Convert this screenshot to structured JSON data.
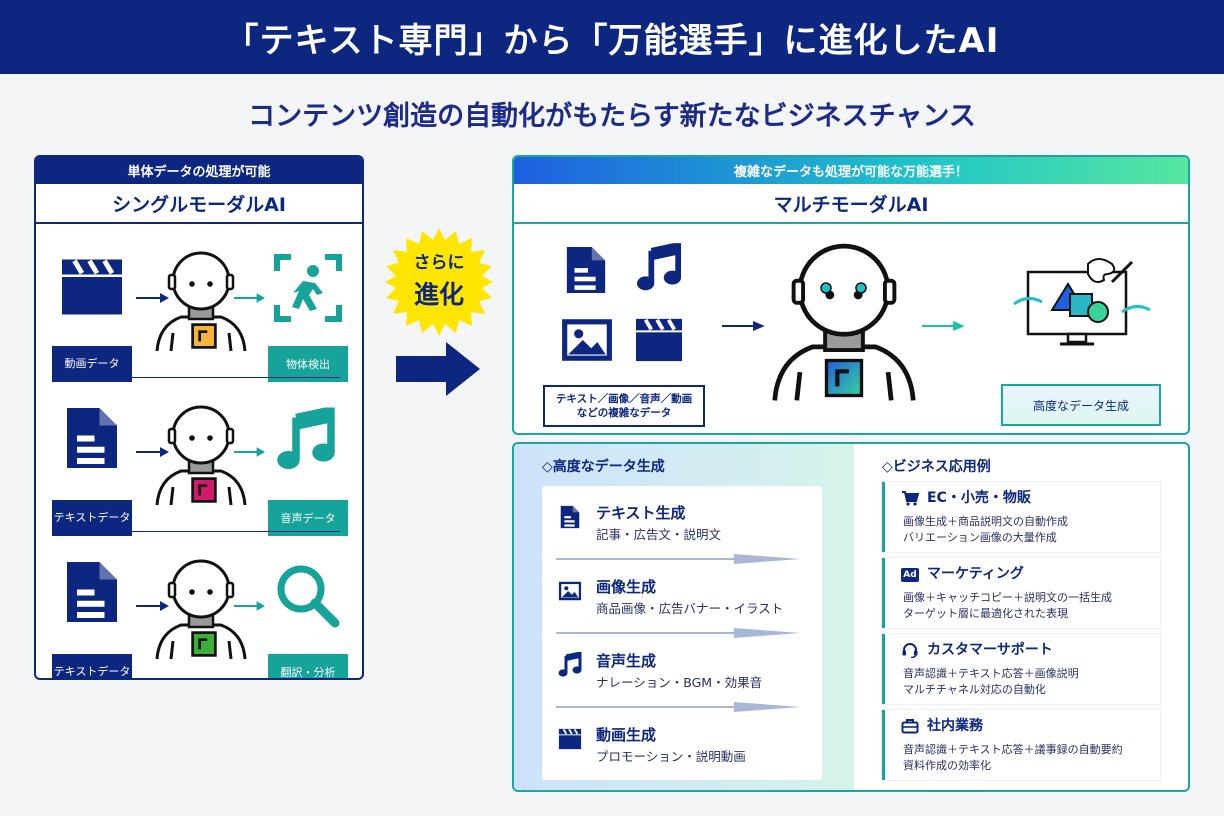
{
  "header": {
    "title": "「テキスト専門」から「万能選手」に進化したAI"
  },
  "subtitle": "コンテンツ創造の自動化がもたらす新たなビジネスチャンス",
  "single_modal": {
    "caption": "単体データの処理が可能",
    "title": "シングルモーダルAI",
    "rows": [
      {
        "input_label": [
          "動画データ"
        ],
        "output_label": "物体検出",
        "chip_color": "#f3b63a"
      },
      {
        "input_label": [
          "テキスト",
          "データ"
        ],
        "output_label": "音声データ",
        "chip_color": "#d11a6a"
      },
      {
        "input_label": [
          "テキスト",
          "データ"
        ],
        "output_label": "翻訳・分析",
        "chip_color": "#3cae3a"
      }
    ]
  },
  "center": {
    "burst_line1": "さらに",
    "burst_line2": "進化"
  },
  "multi_modal": {
    "caption": "複雑なデータも処理が可能な万能選手！",
    "title": "マルチモーダルAI",
    "input_label_line1": "テキスト／画像／音声／動画",
    "input_label_line2": "などの複雑なデータ",
    "output_label": "高度なデータ生成"
  },
  "generation": {
    "heading": "◇高度なデータ生成",
    "items": [
      {
        "icon": "document-icon",
        "title": "テキスト生成",
        "sub": "記事・広告文・説明文"
      },
      {
        "icon": "image-icon",
        "title": "画像生成",
        "sub": "商品画像・広告バナー・イラスト"
      },
      {
        "icon": "music-note-icon",
        "title": "音声生成",
        "sub": "ナレーション・BGM・効果音"
      },
      {
        "icon": "clapperboard-icon",
        "title": "動画生成",
        "sub": "プロモーション・説明動画"
      }
    ]
  },
  "business": {
    "heading": "◇ビジネス応用例",
    "items": [
      {
        "icon": "cart-icon",
        "title": "EC・小売・物販",
        "lines": [
          "画像生成＋商品説明文の自動作成",
          "バリエーション画像の大量作成"
        ]
      },
      {
        "icon": "ad-icon",
        "icon_text": "Ad",
        "title": "マーケティング",
        "lines": [
          "画像＋キャッチコピー＋説明文の一括生成",
          "ターゲット層に最適化された表現"
        ]
      },
      {
        "icon": "headset-icon",
        "title": "カスタマーサポート",
        "lines": [
          "音声認識＋テキスト応答＋画像説明",
          "マルチチャネル対応の自動化"
        ]
      },
      {
        "icon": "briefcase-icon",
        "title": "社内業務",
        "lines": [
          "音声認識＋テキスト応答＋議事録の自動要約",
          "資料作成の効率化"
        ]
      }
    ]
  },
  "colors": {
    "navy": "#0d2781",
    "teal": "#16a39a",
    "burst": "#ffe600"
  }
}
